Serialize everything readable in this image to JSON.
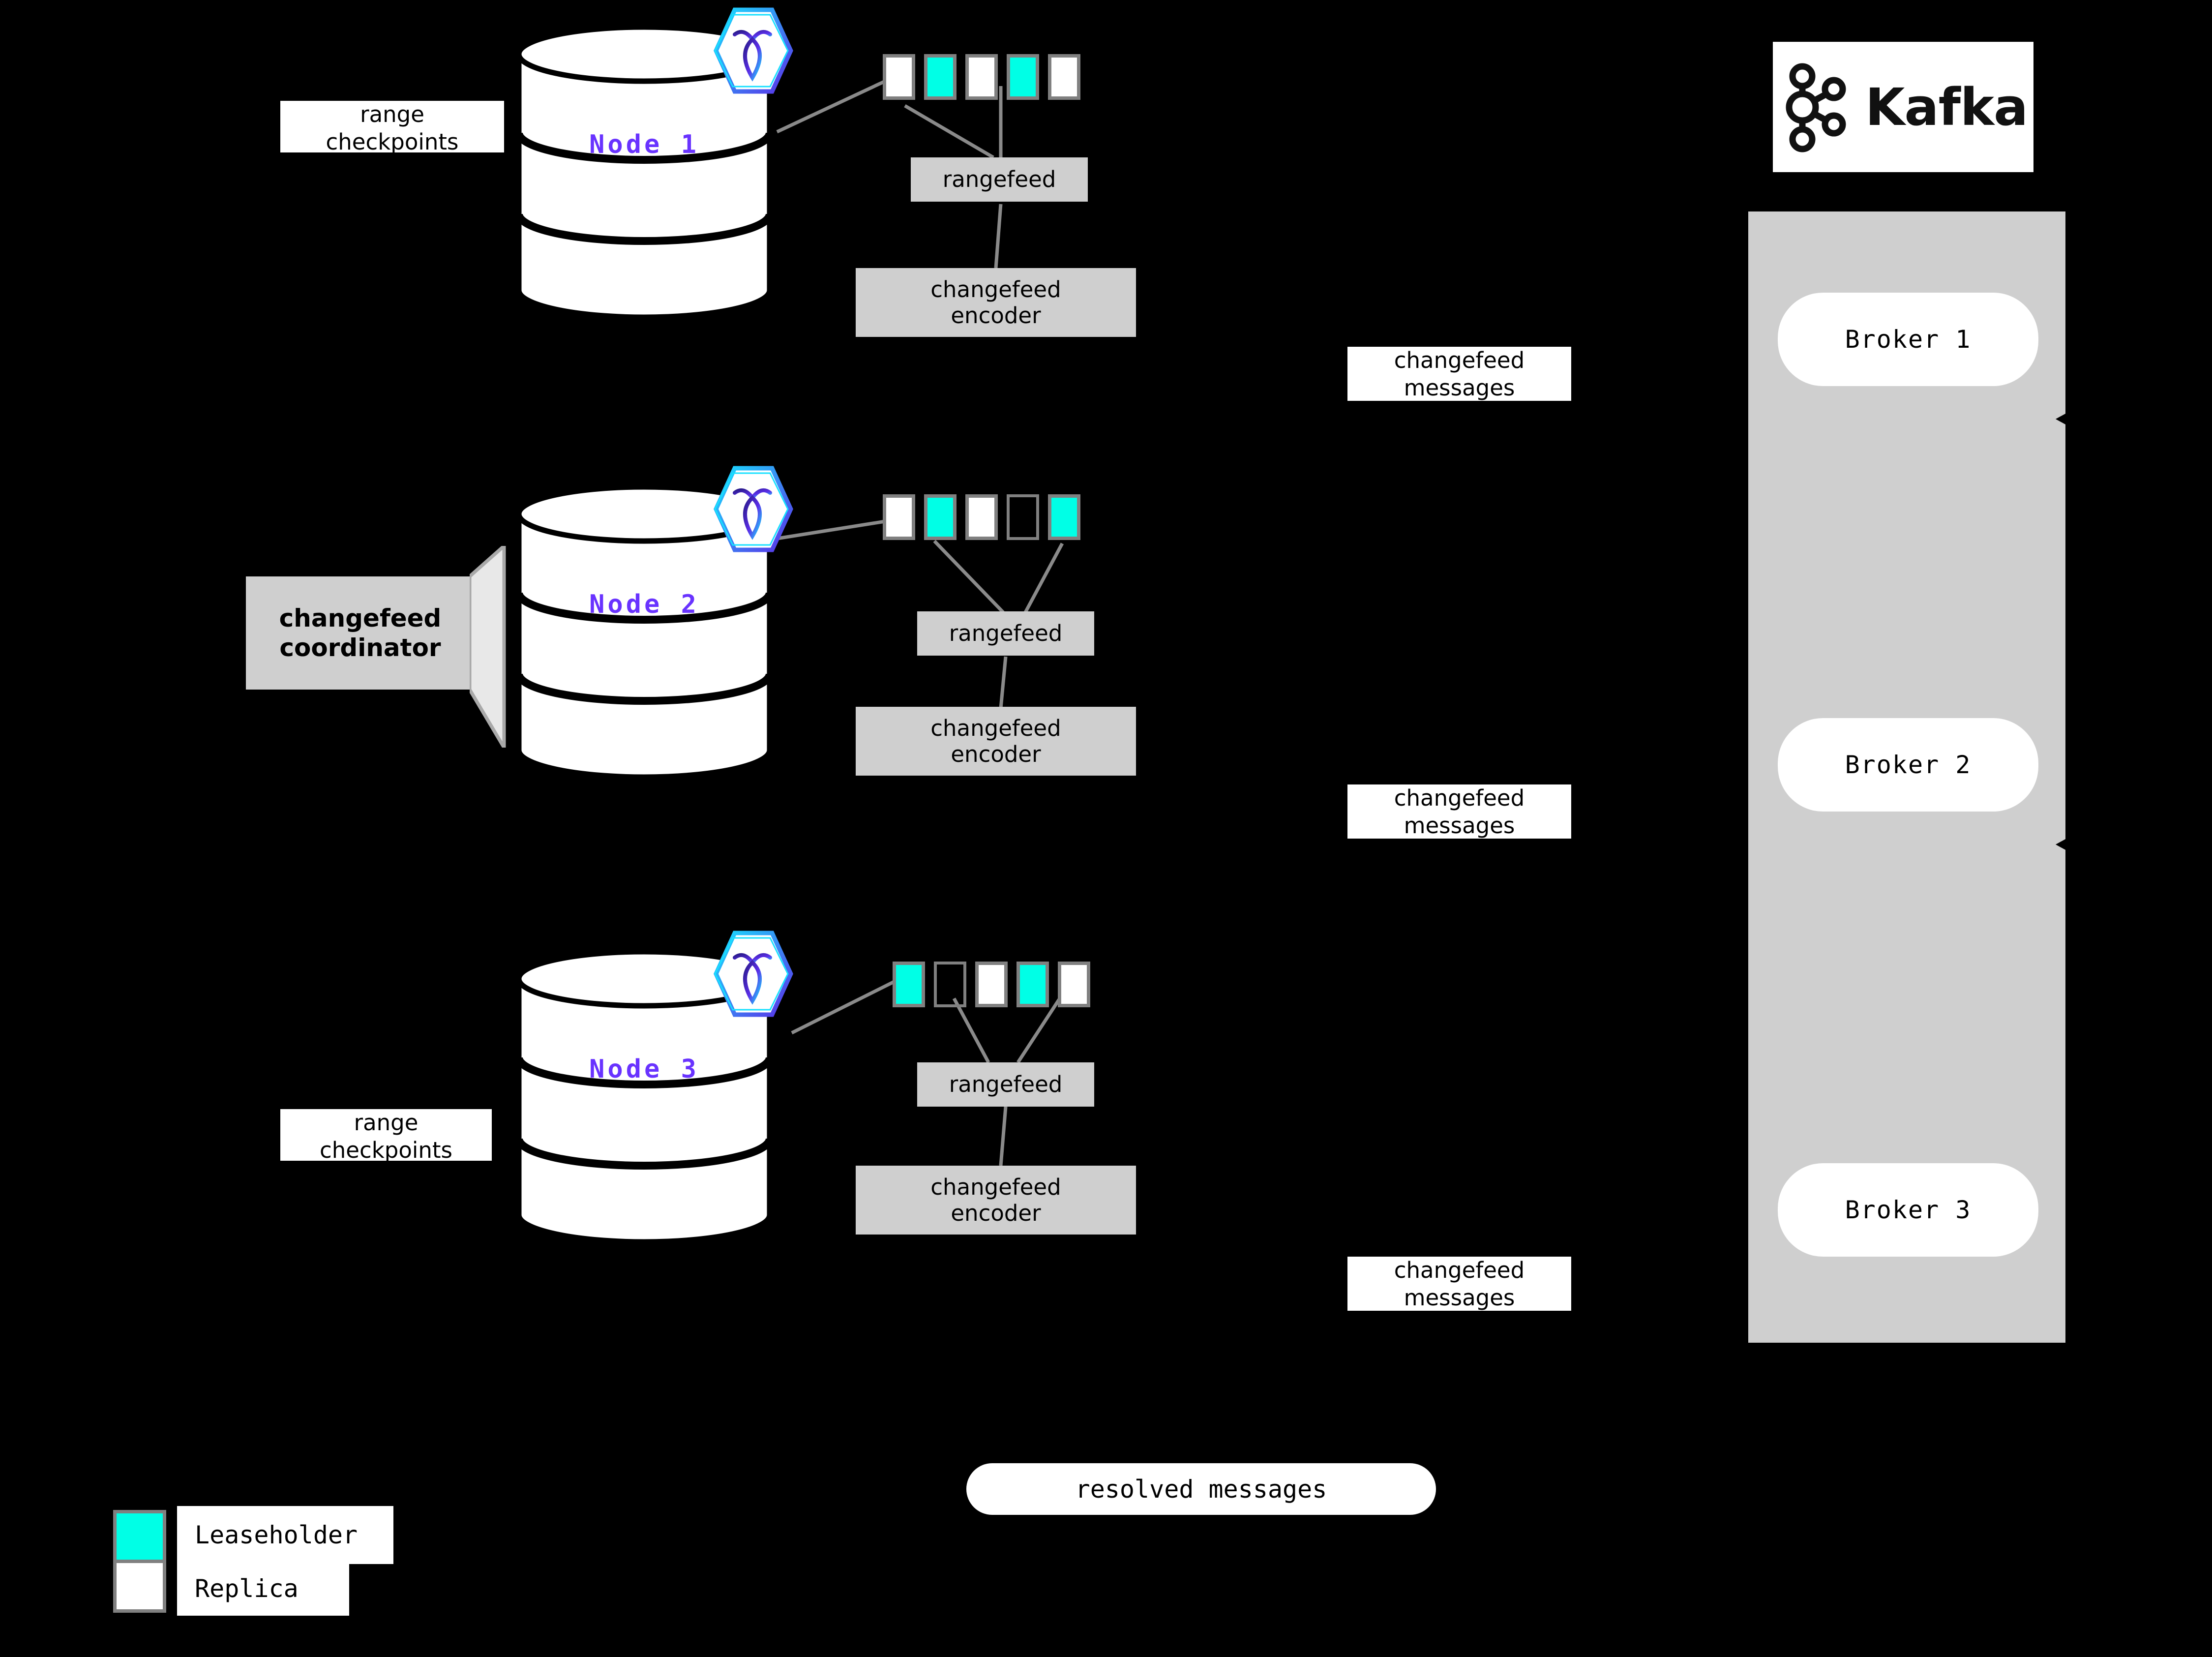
{
  "nodes": [
    {
      "label": "Node 1",
      "logo_icon": "cockroachdb-hexagon-icon",
      "ranges": [
        "replica",
        "leaseholder",
        "replica",
        "leaseholder",
        "replica"
      ],
      "rangefeed_label": "rangefeed",
      "encoder_label": "changefeed\nencoder",
      "encoder_line1": "changefeed",
      "encoder_line2": "encoder"
    },
    {
      "label": "Node 2",
      "logo_icon": "cockroachdb-hexagon-icon",
      "ranges": [
        "replica",
        "leaseholder",
        "replica",
        "empty",
        "leaseholder"
      ],
      "rangefeed_label": "rangefeed",
      "encoder_line1": "changefeed",
      "encoder_line2": "encoder"
    },
    {
      "label": "Node 3",
      "logo_icon": "cockroachdb-hexagon-icon",
      "ranges": [
        "leaseholder",
        "empty",
        "replica",
        "leaseholder",
        "replica"
      ],
      "rangefeed_label": "rangefeed",
      "encoder_line1": "changefeed",
      "encoder_line2": "encoder"
    }
  ],
  "captions": {
    "range_checkpoints_top_line1": "range",
    "range_checkpoints_top_line2": "checkpoints",
    "range_checkpoints_bottom_line1": "range",
    "range_checkpoints_bottom_line2": "checkpoints",
    "changefeed_messages_line1": "changefeed",
    "changefeed_messages_line2": "messages"
  },
  "coordinator": {
    "line1": "changefeed",
    "line2": "coordinator"
  },
  "kafka": {
    "wordmark": "Kafka",
    "logo_icon": "kafka-node-graph-icon",
    "brokers": [
      "Broker 1",
      "Broker 2",
      "Broker 3"
    ]
  },
  "resolved": {
    "label": "resolved messages"
  },
  "legend": {
    "items": [
      {
        "label": "Leaseholder",
        "kind": "leaseholder"
      },
      {
        "label": "Replica",
        "kind": "replica"
      }
    ]
  },
  "colors": {
    "leaseholder": "#00FFE6",
    "replica": "#FFFFFF",
    "node_label": "#6933FF",
    "process_box": "#CFCFCF",
    "border_gray": "#808080",
    "background": "#000000",
    "logo_cyan": "#18E0FF",
    "logo_purple": "#5B2EE8"
  }
}
